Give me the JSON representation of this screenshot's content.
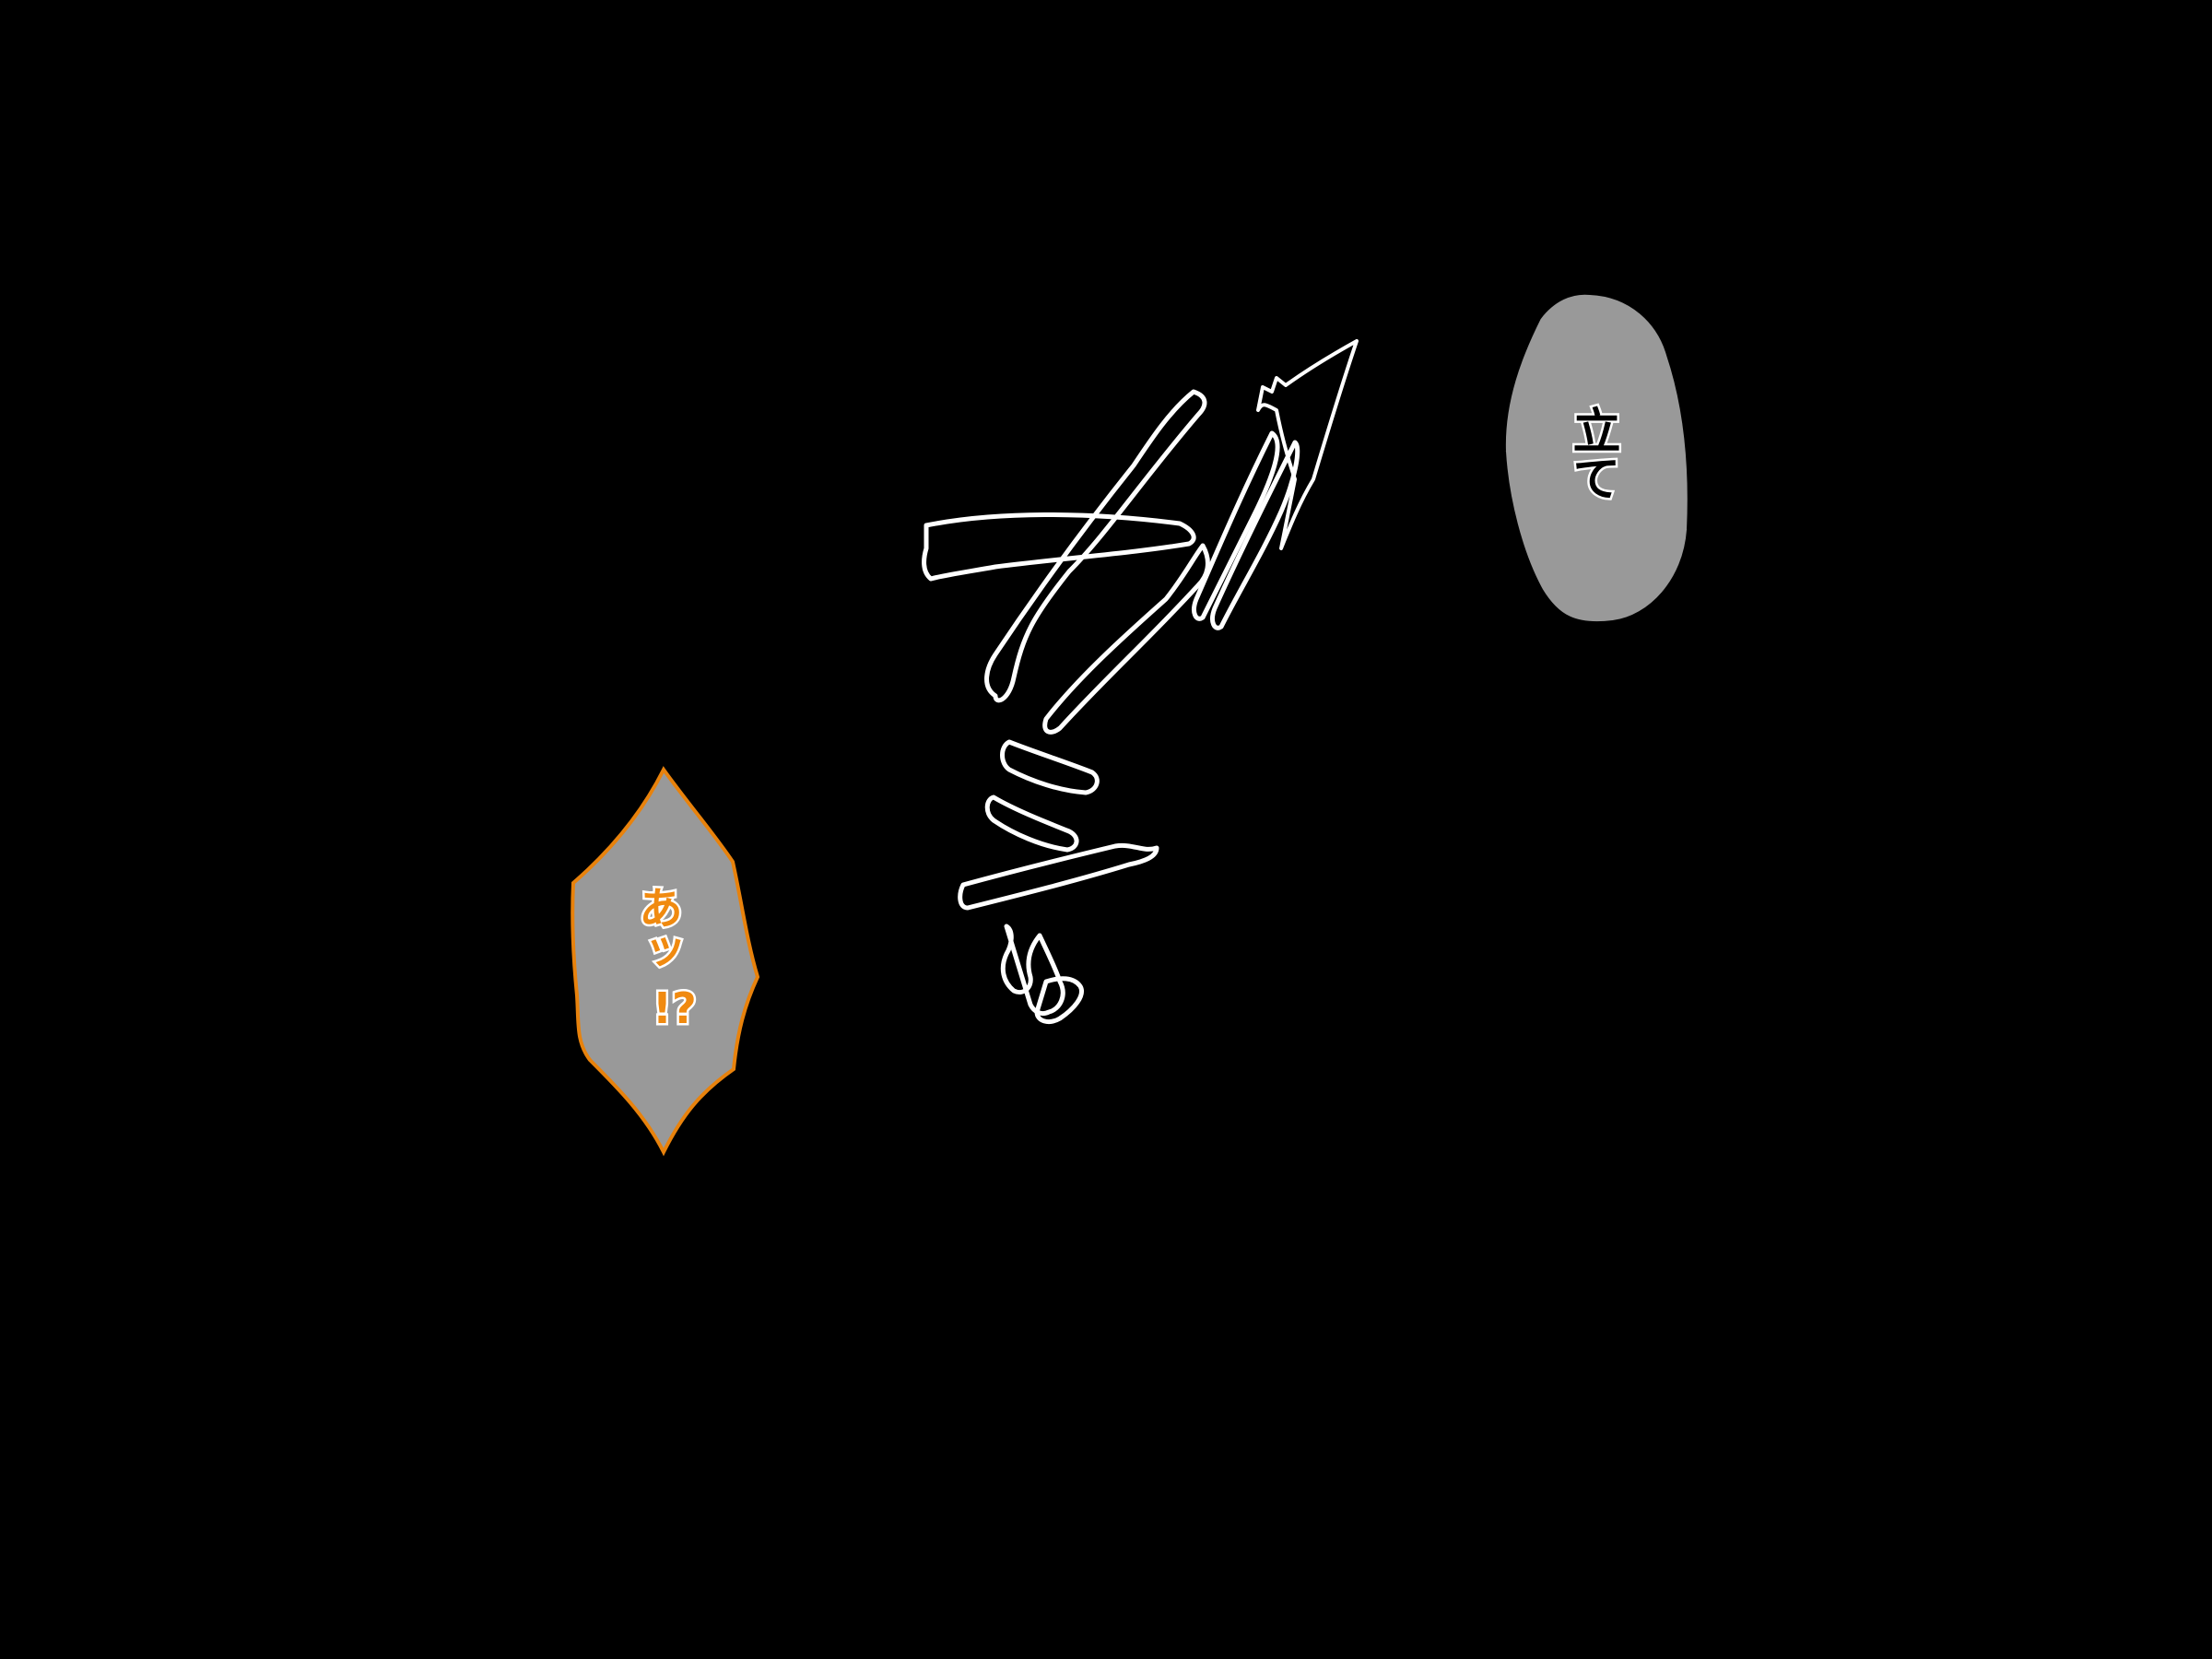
{
  "colors": {
    "background": "#000000",
    "bubble_fill": "#999999",
    "bubble_orange_outline": "#e8820c",
    "text_black": "#000000",
    "text_white": "#ffffff",
    "text_orange": "#f08a10"
  },
  "bubbles": {
    "top_right": {
      "text": "立て"
    },
    "left": {
      "line1": "あッ",
      "line2": "!?"
    }
  },
  "sfx": {
    "text": "ガシィ"
  }
}
